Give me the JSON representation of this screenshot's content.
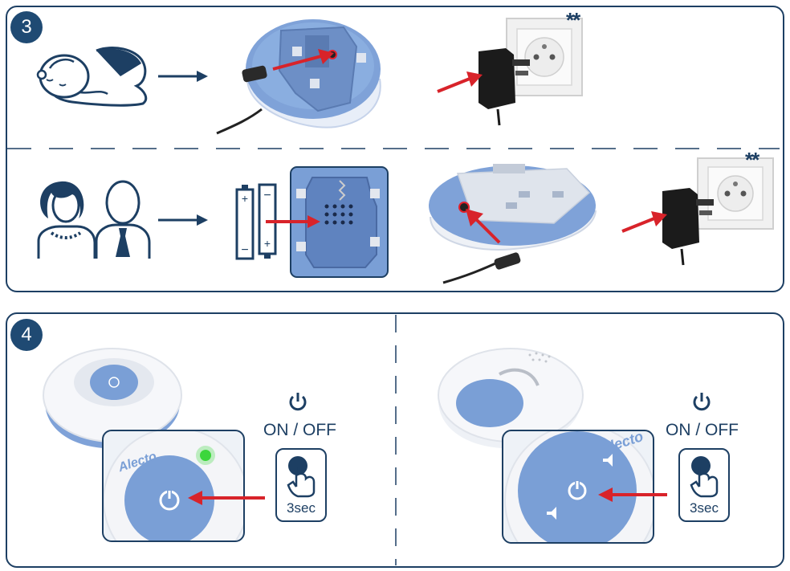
{
  "step3": {
    "badge": "3",
    "baby_row_stars": "**",
    "parents_row_stars": "**"
  },
  "step4": {
    "badge": "4",
    "left": {
      "on_off_label": "ON / OFF",
      "hold_label": "3sec",
      "brand": "Alecto"
    },
    "right": {
      "on_off_label": "ON / OFF",
      "hold_label": "3sec",
      "brand": "Alecto"
    }
  },
  "icons": [
    "baby-icon",
    "parents-icon",
    "arrow-icon",
    "batteries-icon",
    "power-adapter-icon",
    "wall-socket-icon",
    "power-icon",
    "press-hand-icon",
    "speaker-grille-icon",
    "led-indicator-icon"
  ],
  "colors": {
    "navy": "#1d3f63",
    "device_blue": "#7a9fd6",
    "arrow_red": "#d8232a",
    "led_green": "#3dd63d"
  }
}
